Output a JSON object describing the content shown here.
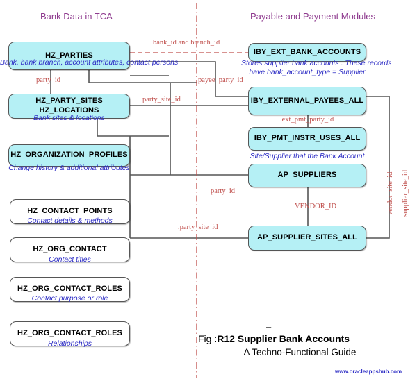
{
  "figure": {
    "headers": [
      {
        "id": "left",
        "label": "Bank Data in TCA"
      },
      {
        "id": "right",
        "label": "Payable and Payment Modules"
      }
    ],
    "left_entities": [
      {
        "id": "hz-parties",
        "name": "HZ_PARTIES",
        "desc": "Bank, bank branch, account attributes, contact persons",
        "fill": "cyan"
      },
      {
        "id": "hz-party-sites",
        "name": "HZ_PARTY_SITES\nHZ_LOCATIONS",
        "name_line1": "HZ_PARTY_SITES",
        "name_line2": "HZ_LOCATIONS",
        "desc": "Bank sites & locations",
        "fill": "cyan"
      },
      {
        "id": "hz-organization-profiles",
        "name": "HZ_ORGANIZATION_PROFILES",
        "desc": "Change history & additional attributes",
        "fill": "cyan"
      },
      {
        "id": "hz-contact-points",
        "name": "HZ_CONTACT_POINTS",
        "desc": "Contact details & methods",
        "fill": "white"
      },
      {
        "id": "hz-org-contact",
        "name": "HZ_ORG_CONTACT",
        "desc": "Contact titles",
        "fill": "white"
      },
      {
        "id": "hz-org-contact-roles-1",
        "name": "HZ_ORG_CONTACT_ROLES",
        "desc": "Contact purpose or role",
        "fill": "white"
      },
      {
        "id": "hz-org-contact-roles-2",
        "name": "HZ_ORG_CONTACT_ROLES",
        "desc": "Relationships",
        "fill": "white"
      }
    ],
    "right_entities": [
      {
        "id": "iby-ext-bank-accounts",
        "name": "IBY_EXT_BANK_ACCOUNTS",
        "desc_line1": "Stores supplier bank accounts . These records",
        "desc_line2": "have bank_account_type = Supplier",
        "fill": "cyan"
      },
      {
        "id": "iby-external-payees-all",
        "name": "IBY_EXTERNAL_PAYEES_ALL",
        "desc": "",
        "fill": "cyan"
      },
      {
        "id": "iby-pmt-instr-uses-all",
        "name": "IBY_PMT_INSTR_USES_ALL",
        "desc": "Site/Supplier that the Bank Account",
        "fill": "cyan"
      },
      {
        "id": "ap-suppliers",
        "name": "AP_SUPPLIERS",
        "desc": "",
        "fill": "cyan"
      },
      {
        "id": "ap-supplier-sites-all",
        "name": "AP_SUPPLIER_SITES_ALL",
        "desc": "",
        "fill": "cyan"
      }
    ],
    "relationship_labels": [
      {
        "id": "bank-id-branch-id",
        "text": "bank_id and branch_id"
      },
      {
        "id": "payee-party-id",
        "text": "payee_party_id"
      },
      {
        "id": "party-id-left",
        "text": "party_id"
      },
      {
        "id": "party-site-id-top",
        "text": "party_site_id"
      },
      {
        "id": "ext-pmt-party-id",
        "text": ".ext_pmt_party_id"
      },
      {
        "id": "party-id-right",
        "text": "party_id"
      },
      {
        "id": "vendor-id",
        "text": "VENDOR_ID"
      },
      {
        "id": "party-site-id-bottom",
        "text": ".party_site_id"
      },
      {
        "id": "vendor-site-id",
        "text": "vendor_site_id"
      },
      {
        "id": "supplier-site-id",
        "text": "supplier_site_id"
      }
    ],
    "caption": {
      "prefix": "Fig :",
      "title": "R12 Supplier Bank Accounts",
      "subtitle": "– A Techno-Functional Guide",
      "dash": "–"
    },
    "watermark": "www.oracleappshub.com",
    "colors": {
      "header": "#8e3a8e",
      "entity_fill_cyan": "#b5f0f5",
      "entity_fill_white": "#ffffff",
      "entity_border": "#555555",
      "desc_text": "#2b2bc4",
      "relationship_text": "#c0504d",
      "connector": "#555555",
      "divider": "#c0504d",
      "watermark": "#2b2bc4"
    }
  }
}
